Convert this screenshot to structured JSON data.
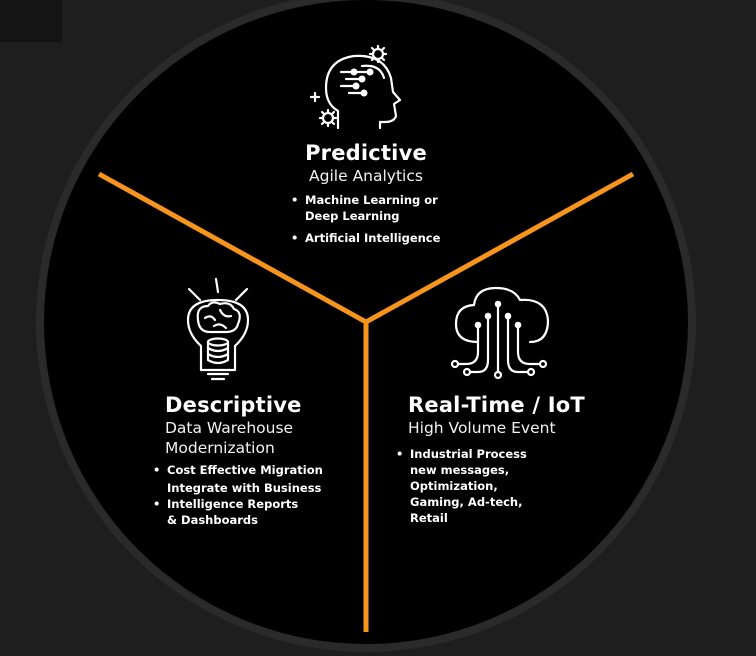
{
  "sections": {
    "predictive": {
      "title": "Predictive",
      "subtitle": "Agile Analytics",
      "bullets": [
        "Machine Learning or Deep Learning",
        "Artificial Intelligence"
      ],
      "icon": "head-circuit-icon"
    },
    "descriptive": {
      "title": "Descriptive",
      "subtitle_line1": "Data Warehouse",
      "subtitle_line2": "Modernization",
      "bullets": [
        "Cost Effective Migration",
        "Integrate with Business",
        "Intelligence Reports & Dashboards"
      ],
      "icon": "lightbulb-brain-icon"
    },
    "realtime": {
      "title": "Real-Time / IoT",
      "subtitle": "High Volume Event",
      "bullets": [
        "Industrial Process new messages, Optimization, Gaming, Ad-tech, Retail"
      ],
      "icon": "cloud-circuit-icon"
    }
  },
  "colors": {
    "background": "#1e1e1e",
    "circle": "#000000",
    "ring": "#2a2a2a",
    "divider": "#f7941d",
    "text": "#ffffff"
  }
}
